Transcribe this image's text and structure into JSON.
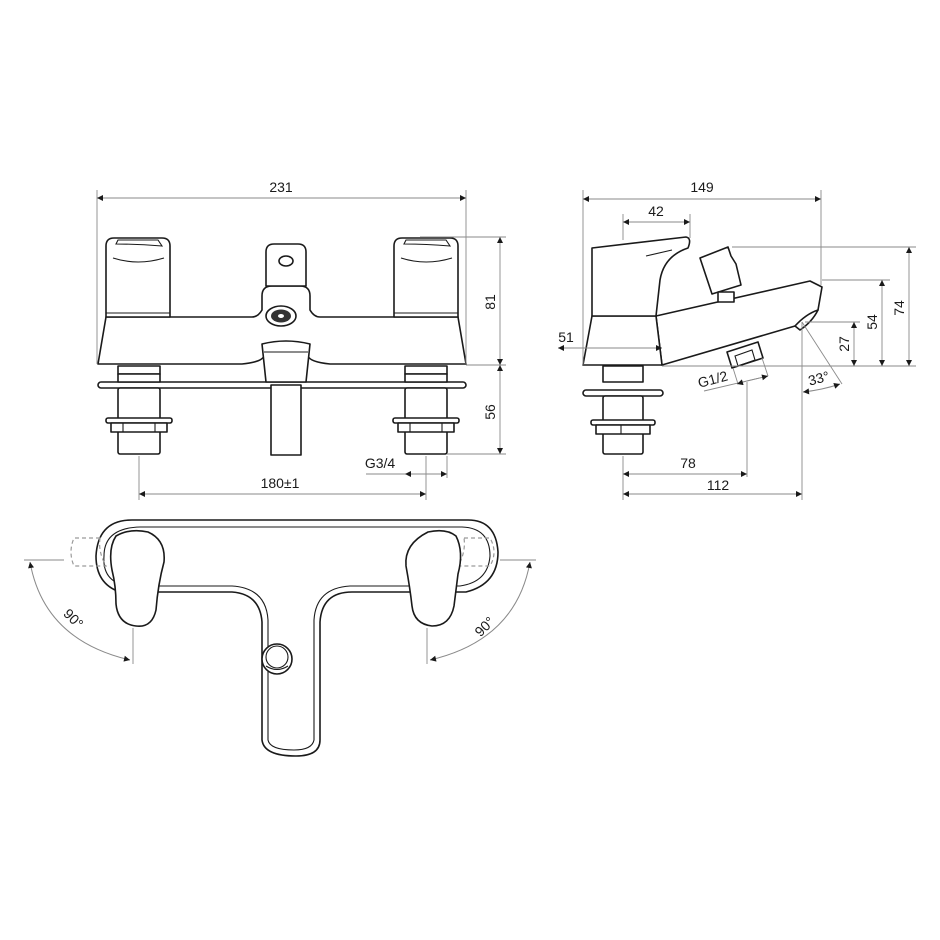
{
  "drawing": {
    "title": "Bath mixer technical drawing",
    "units": "mm",
    "stroke_color": "#1a1a1a",
    "dimension_color": "#8a8a8a",
    "background": "#ffffff"
  },
  "front_view": {
    "overall_width": "231",
    "body_height": "81",
    "below_deck_height": "56",
    "centres": "180±1",
    "inlet_thread": "G3/4"
  },
  "side_view": {
    "overall_depth": "149",
    "handle_depth": "42",
    "base_width": "51",
    "spout_height": "27",
    "body_height": "54",
    "overall_height": "74",
    "outlet_thread": "G1/2",
    "spout_angle": "33°",
    "outlet_offset": "78",
    "spout_projection": "112"
  },
  "plan_view": {
    "left_rotation": "90°",
    "right_rotation": "90°"
  }
}
